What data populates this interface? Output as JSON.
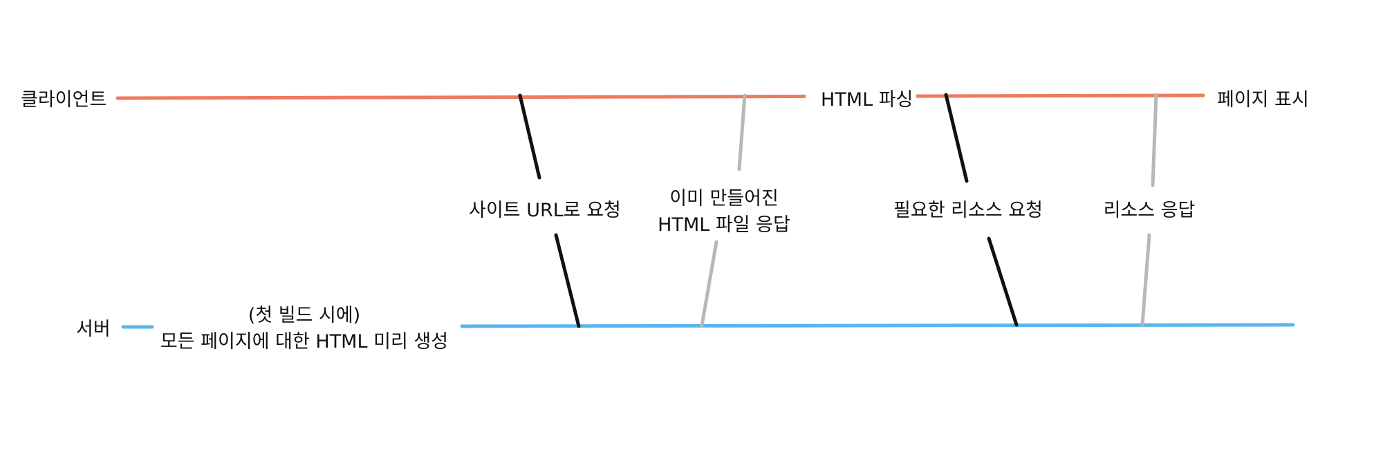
{
  "diagram": {
    "lanes": {
      "client": {
        "label": "클라이언트",
        "color": "#ef7a5d"
      },
      "server": {
        "label": "서버",
        "color": "#57b5ef"
      }
    },
    "client_events": {
      "html_parse": "HTML 파싱",
      "page_display": "페이지 표시"
    },
    "server_note": {
      "line1": "(첫 빌드 시에)",
      "line2": "모든 페이지에 대한 HTML 미리 생성"
    },
    "messages": [
      {
        "direction": "request",
        "color": "#111111",
        "lines": [
          "사이트 URL로 요청"
        ]
      },
      {
        "direction": "response",
        "color": "#b8b8b8",
        "lines": [
          "이미 만들어진",
          "HTML 파일 응답"
        ]
      },
      {
        "direction": "request",
        "color": "#111111",
        "lines": [
          "필요한 리소스 요청"
        ]
      },
      {
        "direction": "response",
        "color": "#b8b8b8",
        "lines": [
          "리소스 응답"
        ]
      }
    ]
  }
}
